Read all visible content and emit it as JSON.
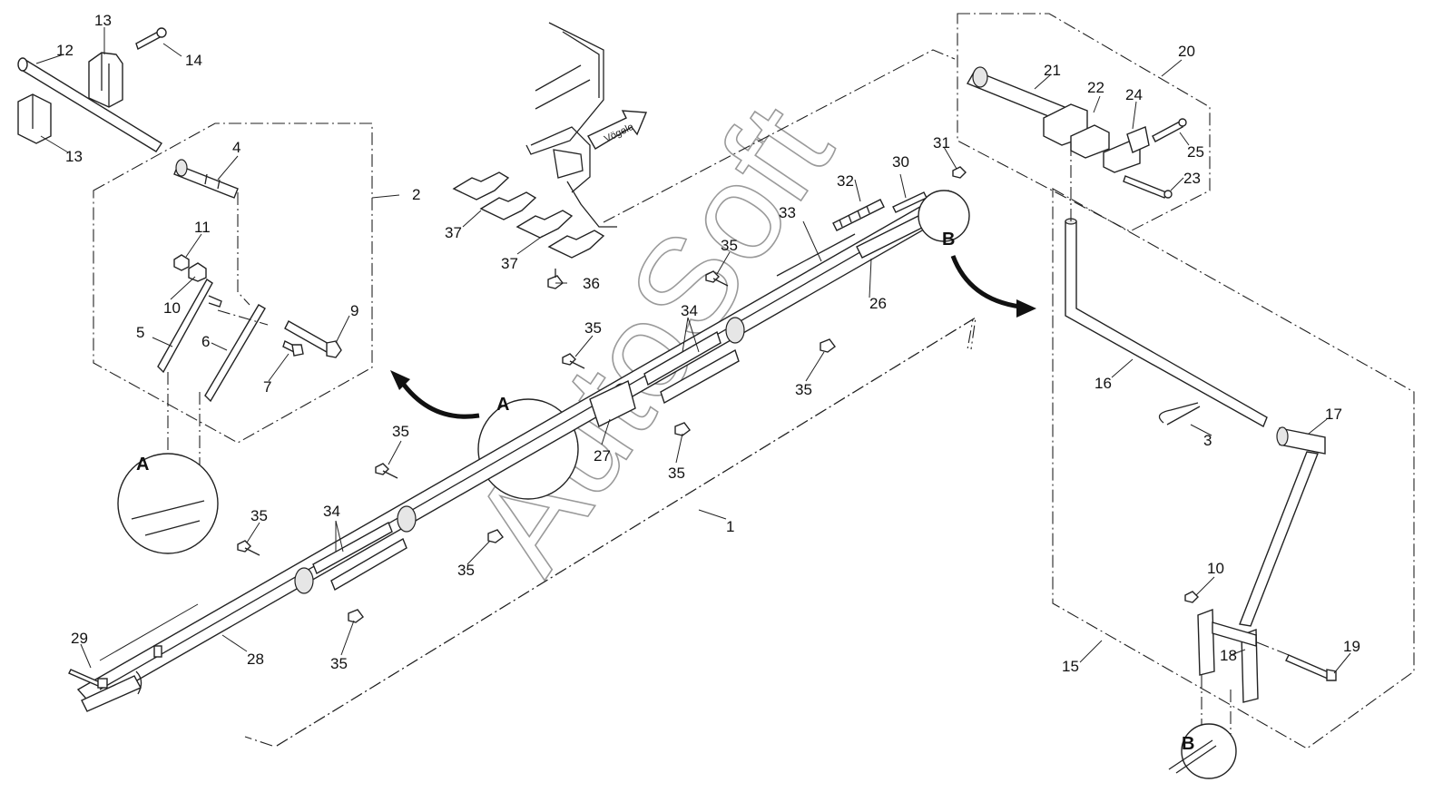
{
  "watermark": "AutoSoft",
  "brand": "Vögele",
  "callouts": {
    "c1": "1",
    "c2": "2",
    "c3": "3",
    "c4": "4",
    "c5": "5",
    "c6": "6",
    "c7": "7",
    "c9": "9",
    "c10a": "10",
    "c10b": "10",
    "c11": "11",
    "c12": "12",
    "c13a": "13",
    "c13b": "13",
    "c14": "14",
    "c15": "15",
    "c16": "16",
    "c17": "17",
    "c18": "18",
    "c19": "19",
    "c20": "20",
    "c21": "21",
    "c22": "22",
    "c23": "23",
    "c24": "24",
    "c25": "25",
    "c26": "26",
    "c27": "27",
    "c28": "28",
    "c29": "29",
    "c30": "30",
    "c31": "31",
    "c32": "32",
    "c33": "33",
    "c34a": "34",
    "c34b": "34",
    "c35a": "35",
    "c35b": "35",
    "c35c": "35",
    "c35d": "35",
    "c35e": "35",
    "c35f": "35",
    "c35g": "35",
    "c35h": "35",
    "c36": "36",
    "c37a": "37",
    "c37b": "37"
  },
  "details": {
    "a_circle": "A",
    "a_arrow": "A",
    "b_circle": "B",
    "b_arrow": "B"
  }
}
